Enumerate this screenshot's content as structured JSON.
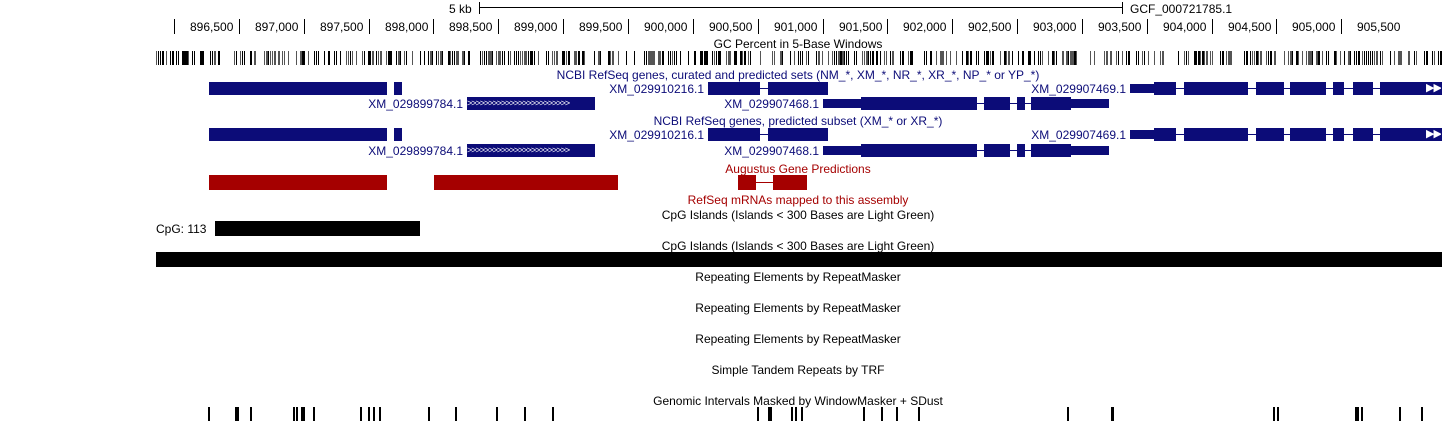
{
  "scale": {
    "scalebar_label": "5 kb",
    "assembly": "GCF_000721785.1"
  },
  "ruler": {
    "ticks": [
      "896,500",
      "897,000",
      "897,500",
      "898,000",
      "898,500",
      "899,000",
      "899,500",
      "900,000",
      "900,500",
      "901,000",
      "901,500",
      "902,000",
      "902,500",
      "903,000",
      "903,500",
      "904,000",
      "904,500",
      "905,000",
      "905,500"
    ]
  },
  "tracks": {
    "gc_title": "GC Percent in 5-Base Windows",
    "refseq_all_title": "NCBI RefSeq genes, curated and predicted sets (NM_*, XM_*, NR_*, XR_*, NP_* or YP_*)",
    "refseq_pred_title": "NCBI RefSeq genes, predicted subset (XM_* or XR_*)",
    "augustus_title": "Augustus Gene Predictions",
    "refseq_mrna_title": "RefSeq mRNAs mapped to this assembly",
    "cpg1_title": "CpG Islands (Islands < 300 Bases are Light Green)",
    "cpg2_title": "CpG Islands (Islands < 300 Bases are Light Green)",
    "cpg_label": "CpG: 113",
    "rmsk1_title": "Repeating Elements by RepeatMasker",
    "rmsk2_title": "Repeating Elements by RepeatMasker",
    "rmsk3_title": "Repeating Elements by RepeatMasker",
    "trf_title": "Simple Tandem Repeats by TRF",
    "wm_title": "Genomic Intervals Masked by WindowMasker + SDust"
  },
  "genes": {
    "g1": "XM_029899784.1",
    "g2": "XM_029910216.1",
    "g3": "XM_029907468.1",
    "g4": "XM_029907469.1"
  },
  "colors": {
    "refseq": "#0c0c78",
    "augustus": "#a50000",
    "cpg": "#000000"
  }
}
